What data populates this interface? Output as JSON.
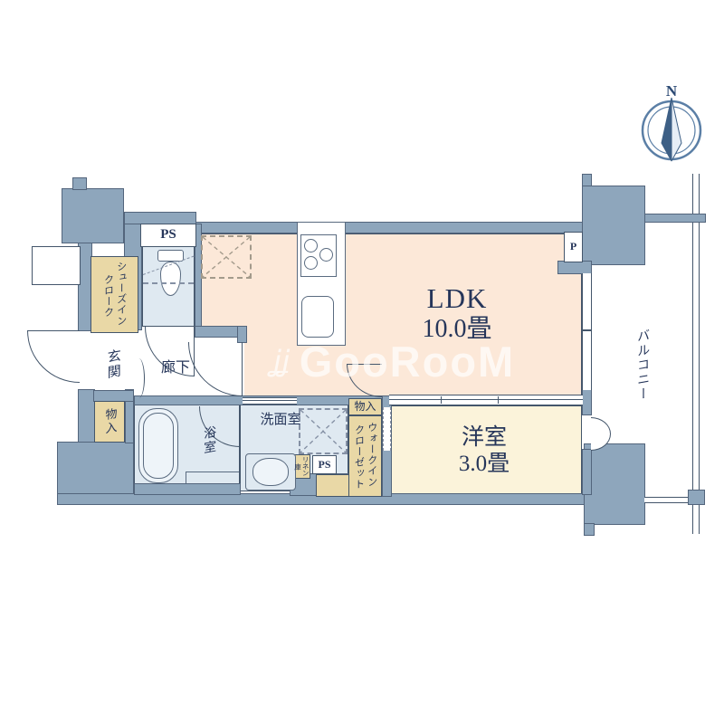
{
  "labels": {
    "ldk_name": "LDK",
    "ldk_size": "10.0畳",
    "west_room_name": "洋室",
    "west_room_size": "3.0畳",
    "balcony": "バルコニー",
    "entrance": "玄関",
    "hallway": "廊下",
    "bathroom": "浴室",
    "washroom": "洗面室",
    "shoes_in_cloak": "シューズイン\nクローク",
    "closet_entrance": "物入",
    "closet_ldk": "物入",
    "walk_in_closet": "ウォークイン\nクローゼット",
    "linen_storage": "リネン庫",
    "pipe_space_top": "PS",
    "pipe_space_bottom": "PS",
    "pipe_shaft": "P",
    "compass_north": "N"
  },
  "watermark": {
    "icon": "ʝʝ",
    "text": "GooRooM"
  },
  "colors": {
    "wall": "#8ea6bc",
    "outline": "#44566b",
    "text": "#26365a",
    "ldk_floor": "#fce8d8",
    "west_room_floor": "#fbf3da",
    "wet_area_floor": "#dfe9f1",
    "storage_fill": "#e9d8a6"
  }
}
